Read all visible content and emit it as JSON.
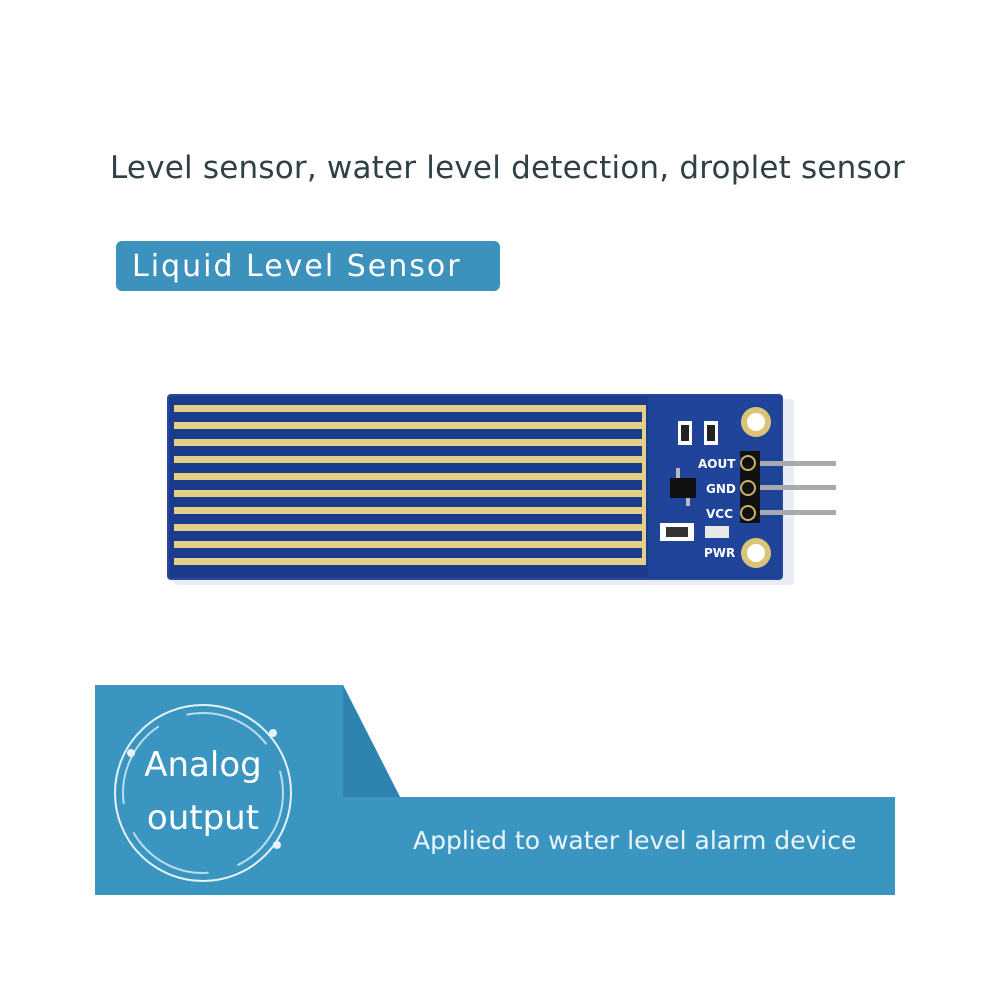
{
  "header": {
    "headline": "Level sensor, water level detection, droplet sensor",
    "product_tag": "Liquid Level Sensor"
  },
  "board": {
    "pin_labels": [
      "AOUT",
      "GND",
      "VCC"
    ],
    "power_label": "PWR",
    "trace_count": 10
  },
  "feature": {
    "badge_line1": "Analog",
    "badge_line2": "output",
    "application": "Applied to water level alarm device"
  },
  "colors": {
    "accent_blue": "#3d91bd",
    "banner_blue": "#3a95c1",
    "pcb_blue": "#1b3b8c",
    "trace_gold": "#e3cf86"
  }
}
